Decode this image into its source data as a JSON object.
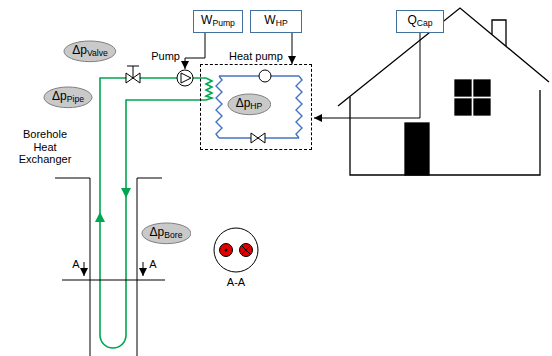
{
  "diagram": {
    "nodes": [
      {
        "text": [
          "WPump"
        ]
      },
      {
        "text": [
          "WHP"
        ]
      },
      {
        "text": [
          "QCap"
        ]
      },
      {
        "text": [
          "Heat pump"
        ]
      },
      {
        "text": [
          "ΔpHP"
        ],
        "in": 3
      },
      {
        "text": [
          "ΔpValve"
        ]
      },
      {
        "text": [
          "ΔpPipe"
        ]
      },
      {
        "text": [
          "ΔpBore"
        ]
      }
    ],
    "edges": [
      {
        "from": 1,
        "to": 3,
        "arrow": "to"
      }
    ],
    "labels": [
      "Pump",
      "Borehole Heat Exchanger",
      "A",
      "A",
      "A-A"
    ]
  }
}
